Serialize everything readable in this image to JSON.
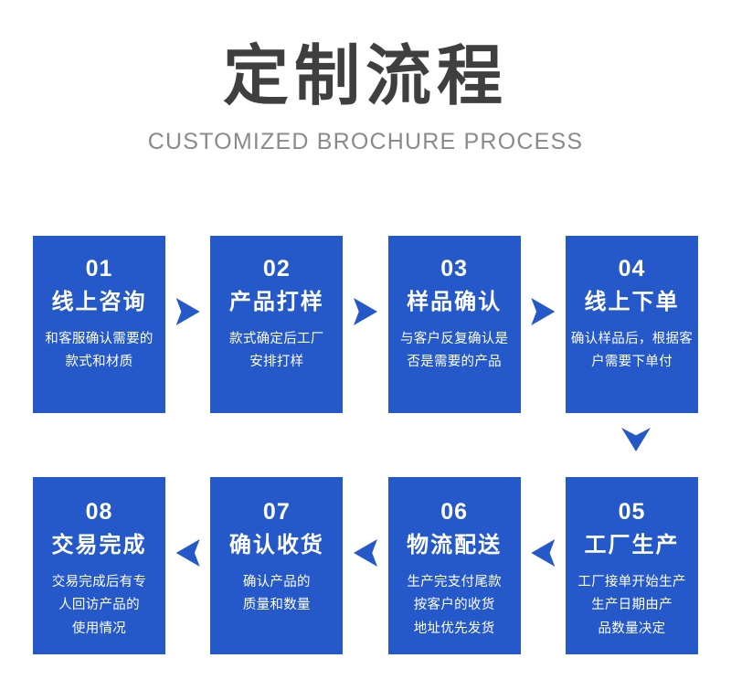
{
  "header": {
    "title": "定制流程",
    "subtitle": "CUSTOMIZED BROCHURE PROCESS"
  },
  "colors": {
    "brand_blue": "#2558C8",
    "title_gray": "#3F3F3F",
    "subtitle_gray": "#8A8A8A",
    "background": "#FFFFFF"
  },
  "flow": {
    "row1_arrow_icon": "arrow-right-icon",
    "row2_arrow_icon": "arrow-left-icon",
    "connector_icon": "arrow-down-icon",
    "row1": [
      {
        "number": "01",
        "name": "线上咨询",
        "desc": [
          "和客服确认需要的",
          "款式和材质"
        ]
      },
      {
        "number": "02",
        "name": "产品打样",
        "desc": [
          "款式确定后工厂",
          "安排打样"
        ]
      },
      {
        "number": "03",
        "name": "样品确认",
        "desc": [
          "与客户反复确认是",
          "否是需要的产品"
        ]
      },
      {
        "number": "04",
        "name": "线上下单",
        "desc": [
          "确认样品后，根据客",
          "户需要下单付"
        ]
      }
    ],
    "row2": [
      {
        "number": "08",
        "name": "交易完成",
        "desc": [
          "交易完成后有专",
          "人回访产品的",
          "使用情况"
        ]
      },
      {
        "number": "07",
        "name": "确认收货",
        "desc": [
          "确认产品的",
          "质量和数量"
        ]
      },
      {
        "number": "06",
        "name": "物流配送",
        "desc": [
          "生产完支付尾款",
          "按客户的收货",
          "地址优先发货"
        ]
      },
      {
        "number": "05",
        "name": "工厂生产",
        "desc": [
          "工厂接单开始生产",
          "生产日期由产",
          "品数量决定"
        ]
      }
    ]
  }
}
